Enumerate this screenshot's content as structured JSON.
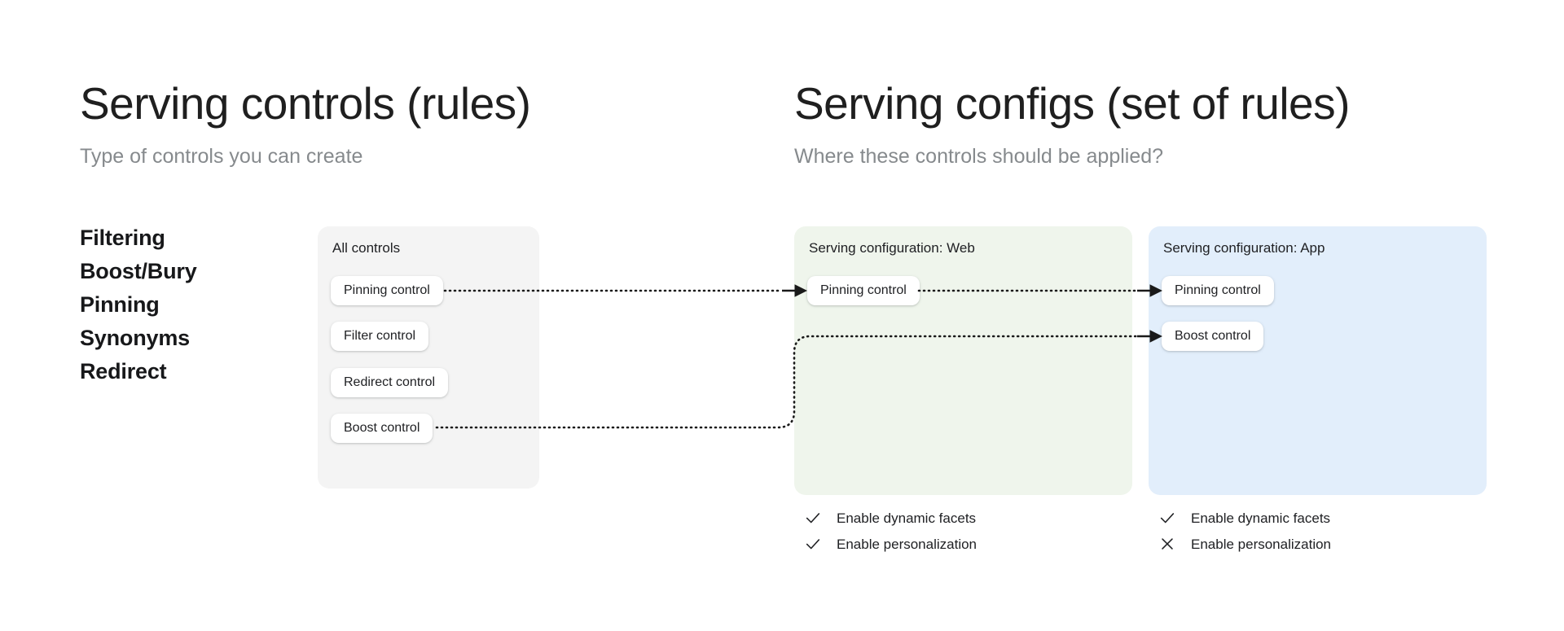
{
  "left": {
    "title": "Serving controls (rules)",
    "subtitle": "Type of controls you can create",
    "control_types": [
      "Filtering",
      "Boost/Bury",
      "Pinning",
      "Synonyms",
      "Redirect"
    ]
  },
  "right": {
    "title": "Serving configs (set of rules)",
    "subtitle": "Where these controls should be applied?"
  },
  "panels": {
    "all_controls": {
      "label": "All controls",
      "background": "#f4f4f4",
      "chips": [
        "Pinning control",
        "Filter control",
        "Redirect control",
        "Boost control"
      ]
    },
    "web": {
      "label": "Serving configuration: Web",
      "background": "#eff5ec",
      "chips": [
        "Pinning control"
      ],
      "options": [
        {
          "icon": "check-icon",
          "label": "Enable dynamic facets",
          "enabled": true
        },
        {
          "icon": "check-icon",
          "label": "Enable personalization",
          "enabled": true
        }
      ]
    },
    "app": {
      "label": "Serving configuration: App",
      "background": "#e2eefb",
      "chips": [
        "Pinning control",
        "Boost control"
      ],
      "options": [
        {
          "icon": "check-icon",
          "label": "Enable dynamic facets",
          "enabled": true
        },
        {
          "icon": "cross-icon",
          "label": "Enable personalization",
          "enabled": false
        }
      ]
    }
  },
  "connectors": [
    {
      "name": "pinning-all-to-web",
      "from": "Pinning control",
      "to": "Pinning control",
      "style": "dotted-arrow"
    },
    {
      "name": "pinning-web-to-app",
      "from": "Pinning control",
      "to": "Pinning control",
      "style": "dotted-arrow"
    },
    {
      "name": "boost-all-to-app",
      "from": "Boost control",
      "to": "Boost control",
      "style": "dotted-arrow-curved"
    }
  ],
  "colors": {
    "text_primary": "#202124",
    "text_muted": "#868a8d",
    "connector": "#1a1a1a",
    "chip_background": "#ffffff"
  }
}
